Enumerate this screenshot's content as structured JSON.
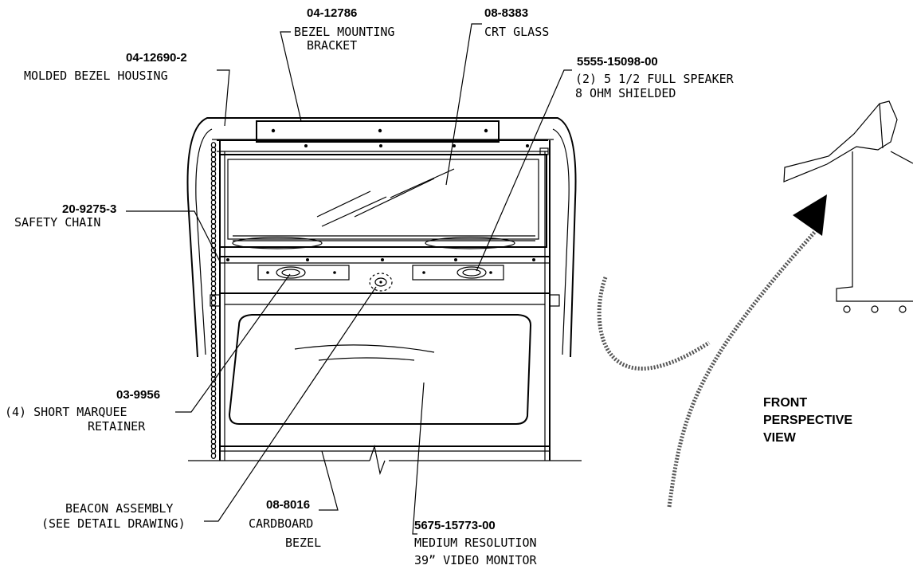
{
  "callouts": [
    {
      "part": "04-12786",
      "lines": [
        "BEZEL MOUNTING",
        "BRACKET"
      ]
    },
    {
      "part": "08-8383",
      "lines": [
        "CRT GLASS"
      ]
    },
    {
      "part": "04-12690-2",
      "lines": [
        "MOLDED BEZEL HOUSING"
      ]
    },
    {
      "part": "5555-15098-00",
      "lines": [
        "(2) 5 1/2 FULL SPEAKER",
        "8 OHM SHIELDED"
      ]
    },
    {
      "part": "20-9275-3",
      "lines": [
        "SAFETY CHAIN"
      ]
    },
    {
      "part": "03-9956",
      "lines": [
        "(4) SHORT MARQUEE",
        "RETAINER"
      ]
    },
    {
      "part": "",
      "lines": [
        "BEACON ASSEMBLY",
        "(SEE DETAIL DRAWING)"
      ]
    },
    {
      "part": "08-8016",
      "lines": [
        "CARDBOARD",
        "BEZEL"
      ]
    },
    {
      "part": "5675-15773-00",
      "lines": [
        "MEDIUM RESOLUTION",
        "39” VIDEO MONITOR"
      ]
    }
  ],
  "view_label": [
    "FRONT",
    "PERSPECTIVE",
    "VIEW"
  ]
}
